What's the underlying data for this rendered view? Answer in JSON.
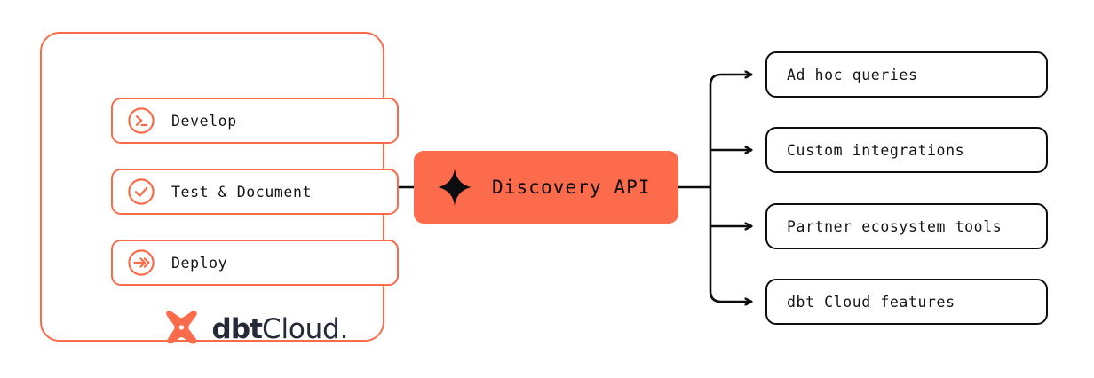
{
  "diagram": {
    "title": "dbt Cloud Discovery API flow",
    "colors": {
      "orange": "#FC6B4B",
      "panel_border": "#FC6B47",
      "line": "#0D0D0F",
      "text": "#141416",
      "logo_navy": "#262A38"
    },
    "left_panel": {
      "name": "dbt Cloud",
      "stages": [
        {
          "label": "Develop",
          "icon": "terminal-prompt-icon"
        },
        {
          "label": "Test & Document",
          "icon": "check-circle-icon"
        },
        {
          "label": "Deploy",
          "icon": "fast-forward-arrow-icon"
        }
      ],
      "logo": {
        "mark": "dbt-logo-mark",
        "bold_text": "dbt",
        "light_text": "Cloud",
        "trailing_dot": "."
      }
    },
    "center": {
      "label": "Discovery API",
      "icon": "sparkle-star-icon"
    },
    "outputs": [
      {
        "label": "Ad hoc queries"
      },
      {
        "label": "Custom integrations"
      },
      {
        "label": "Partner ecosystem tools"
      },
      {
        "label": "dbt Cloud features"
      }
    ]
  }
}
